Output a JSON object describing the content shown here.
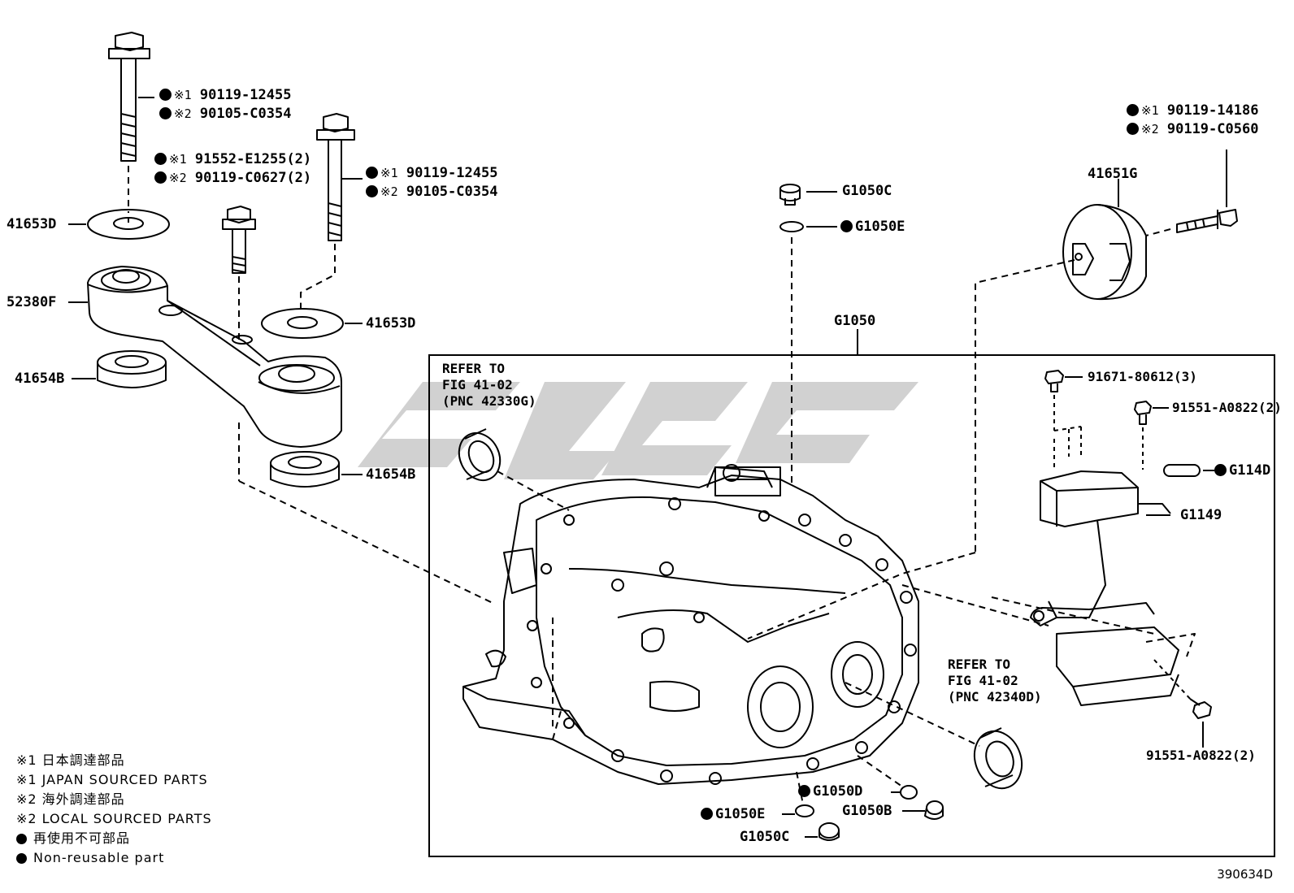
{
  "diagram_id": "390634D",
  "labels": {
    "bolt_a_1": "90119-12455",
    "bolt_a_2": "90105-C0354",
    "bolt_b_1": "91552-E1255(2)",
    "bolt_b_2": "90119-C0627(2)",
    "bolt_c_1": "90119-12455",
    "bolt_c_2": "90105-C0354",
    "p41653D_a": "41653D",
    "p41653D_b": "41653D",
    "p52380F": "52380F",
    "p41654B_a": "41654B",
    "p41654B_b": "41654B",
    "bolt_d_1": "90119-14186",
    "bolt_d_2": "90119-C0560",
    "p41651G": "41651G",
    "g1050c_top": "G1050C",
    "g1050e_top": "G1050E",
    "g1050": "G1050",
    "p91671": "91671-80612(3)",
    "p91551_a": "91551-A0822(2)",
    "g114d": "G114D",
    "g1149": "G1149",
    "p91551_b": "91551-A0822(2)",
    "g1050d": "G1050D",
    "g1050b": "G1050B",
    "g1050e_bot": "G1050E",
    "g1050c_bot": "G1050C"
  },
  "marks": {
    "japan": "※1",
    "local": "※2"
  },
  "refs": {
    "left": "REFER TO\nFIG 41-02\n(PNC 42330G)",
    "right": "REFER TO\nFIG 41-02\n(PNC 42340D)"
  },
  "legend": {
    "l1": "※1 日本調達部品",
    "l2": "※1 JAPAN SOURCED PARTS",
    "l3": "※2 海外調達部品",
    "l4": "※2 LOCAL SOURCED PARTS",
    "l5": "再使用不可部品",
    "l6": "Non-reusable part"
  }
}
